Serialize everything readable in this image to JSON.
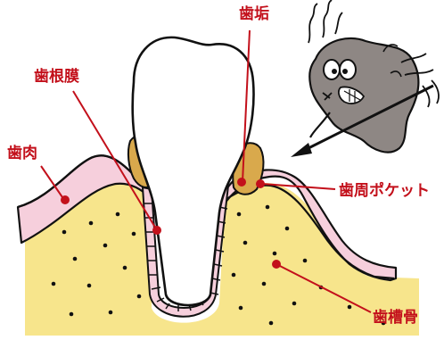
{
  "labels": {
    "plaque": "歯垢",
    "periodontal_ligament": "歯根膜",
    "gingiva": "歯肉",
    "periodontal_pocket": "歯周ポケット",
    "alveolar_bone": "歯槽骨"
  },
  "colors": {
    "label_red": "#c3101b",
    "bone_yellow": "#f7e58c",
    "gum_pink": "#f6cfdc",
    "plaque_tan": "#d9a94c",
    "outline": "#111111",
    "germ_gray": "#8e8784",
    "tooth_white": "#ffffff"
  },
  "illustration": {
    "tooth": "molar-tooth",
    "germ": "bacteria-germ-character",
    "weapon": "spear-icon"
  }
}
